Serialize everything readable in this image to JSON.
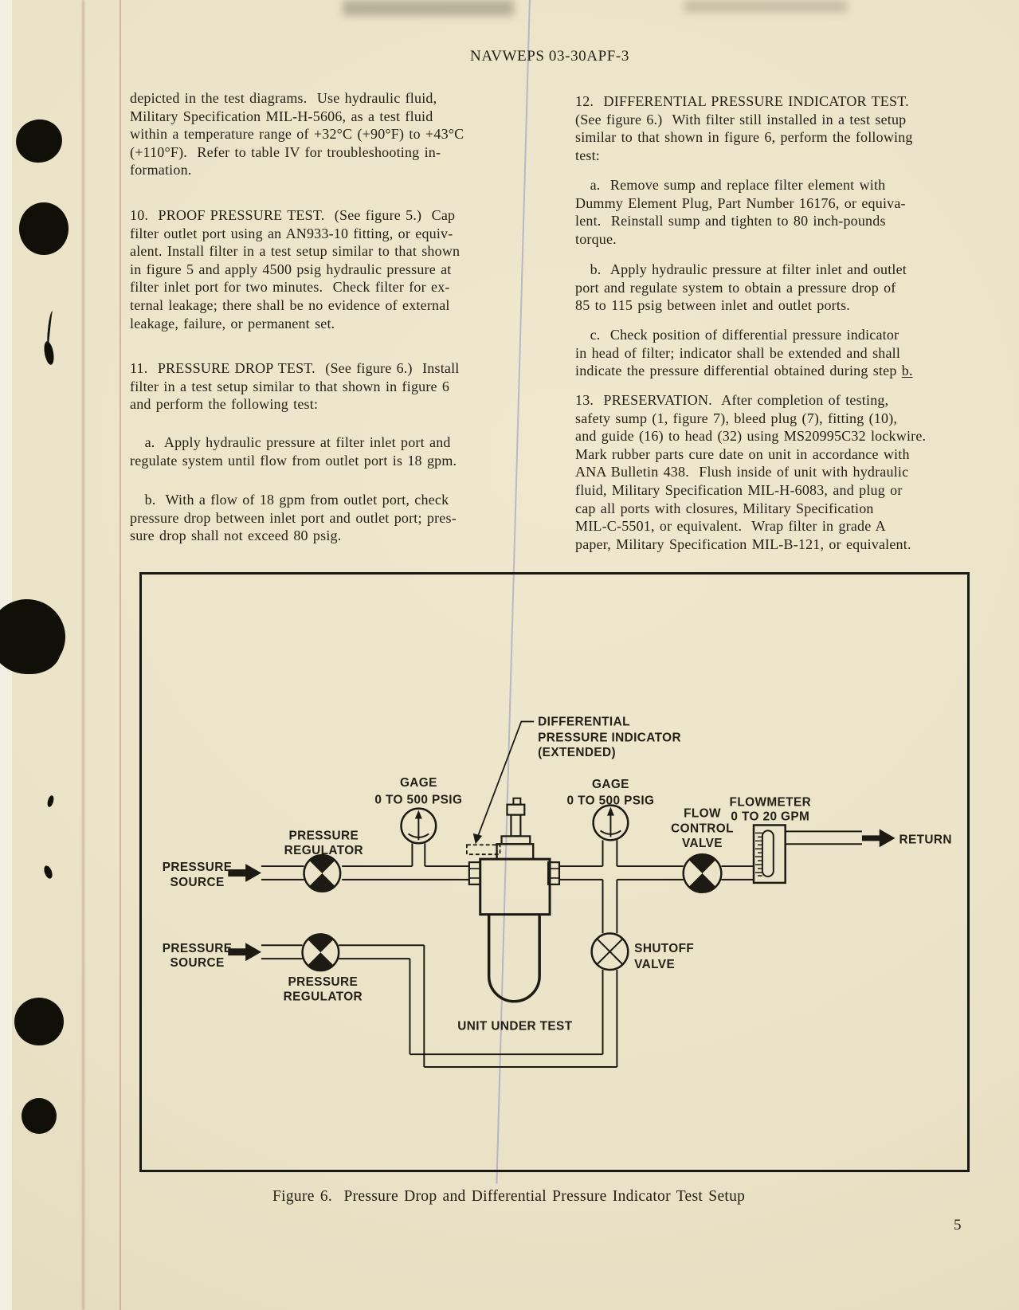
{
  "page": {
    "header": "NAVWEPS 03-30APF-3",
    "caption": "Figure 6.  Pressure Drop and Differential Pressure Indicator Test Setup",
    "page_number": "5"
  },
  "left_column": {
    "p_intro": "depicted in the test diagrams.  Use hydraulic fluid,\nMilitary Specification MIL-H-5606, as a test fluid\nwithin a temperature range of +32°C (+90°F) to +43°C\n(+110°F).  Refer to table IV for troubleshooting in-\nformation.",
    "p10": "10.  PROOF PRESSURE TEST.  (See figure 5.)  Cap\nfilter outlet port using an AN933-10 fitting, or equiv-\nalent. Install filter in a test setup similar to that shown\nin figure 5 and apply 4500 psig hydraulic pressure at\nfilter inlet port for two minutes.  Check filter for ex-\nternal leakage; there shall be no evidence of external\nleakage, failure, or permanent set.",
    "p11": "11.  PRESSURE DROP TEST.  (See figure 6.)  Install\nfilter in a test setup similar to that shown in figure 6\nand perform the following test:",
    "p11a": "   a.  Apply hydraulic pressure at filter inlet port and\nregulate system until flow from outlet port is 18 gpm.",
    "p11b": "   b.  With a flow of 18 gpm from outlet port, check\npressure drop between inlet port and outlet port; pres-\nsure drop shall not exceed 80 psig."
  },
  "right_column": {
    "p12": "12.  DIFFERENTIAL PRESSURE INDICATOR TEST.\n(See figure 6.)  With filter still installed in a test setup\nsimilar to that shown in figure 6, perform the following\ntest:",
    "p12a": "   a.  Remove sump and replace filter element with\nDummy Element Plug, Part Number 16176, or equiva-\nlent.  Reinstall sump and tighten to 80 inch-pounds\ntorque.",
    "p12b": "   b.  Apply hydraulic pressure at filter inlet and outlet\nport and regulate system to obtain a pressure drop of\n85 to 115 psig between inlet and outlet ports.",
    "p12c_main": "   c.  Check position of differential pressure indicator\nin head of filter; indicator shall be extended and shall\nindicate the pressure differential obtained during step ",
    "p12c_ref": "b.",
    "p13": "13.  PRESERVATION.  After completion of testing,\nsafety sump (1, figure 7), bleed plug (7), fitting (10),\nand guide (16) to head (32) using MS20995C32 lockwire.\nMark rubber parts cure date on unit in accordance with\nANA Bulletin 438.  Flush inside of unit with hydraulic\nfluid, Military Specification MIL-H-6083, and plug or\ncap all ports with closures, Military Specification\nMIL-C-5501, or equivalent.  Wrap filter in grade A\npaper, Military Specification MIL-B-121, or equivalent."
  },
  "diagram": {
    "dpi_label": [
      "DIFFERENTIAL",
      "PRESSURE INDICATOR",
      "(EXTENDED)"
    ],
    "gage1": [
      "GAGE",
      "0 TO 500 PSIG"
    ],
    "gage2": [
      "GAGE",
      "0 TO 500 PSIG"
    ],
    "source1": [
      "PRESSURE",
      "SOURCE"
    ],
    "source2": [
      "PRESSURE",
      "SOURCE"
    ],
    "regulator1": [
      "PRESSURE",
      "REGULATOR"
    ],
    "regulator2": [
      "PRESSURE",
      "REGULATOR"
    ],
    "flow_control": [
      "FLOW",
      "CONTROL",
      "VALVE"
    ],
    "flowmeter": [
      "FLOWMETER",
      "0 TO 20 GPM"
    ],
    "shutoff": [
      "SHUTOFF",
      "VALVE"
    ],
    "unit_under_test": "UNIT UNDER TEST",
    "return_label": "RETURN"
  },
  "colors": {
    "paper": "#ebe3c8",
    "ink": "#1d1a14",
    "margin_line": "#c9706a"
  }
}
